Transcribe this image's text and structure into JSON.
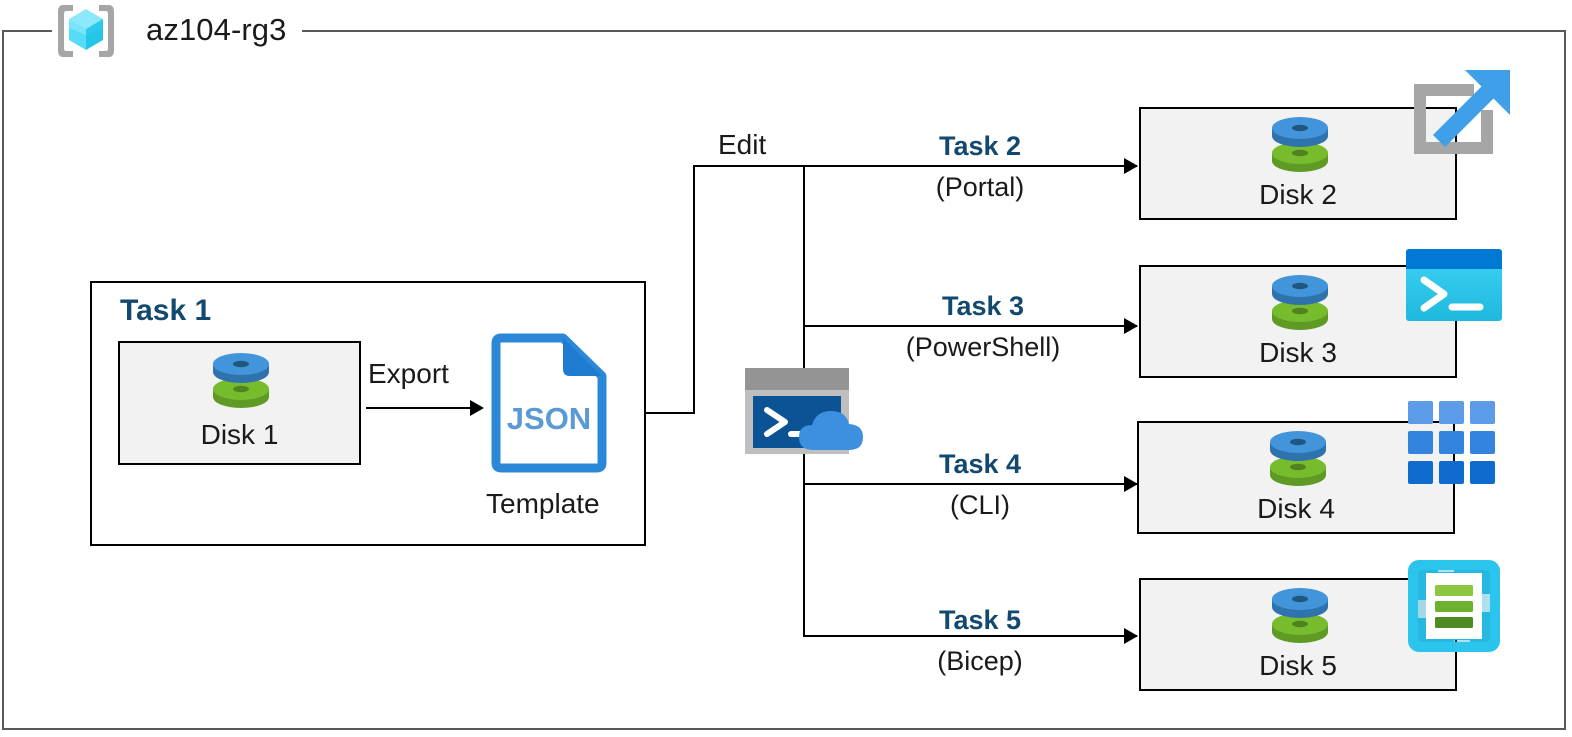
{
  "diagram": {
    "title": "az104-rg3",
    "resource_group_icon": "azure-resource-group-icon"
  },
  "task1": {
    "label": "Task 1",
    "disk": {
      "caption": "Disk 1",
      "icon": "managed-disk-icon"
    },
    "export_label": "Export",
    "template": {
      "file_type": "JSON",
      "caption": "Template",
      "icon": "json-file-icon"
    }
  },
  "edit": {
    "label": "Edit",
    "cloudshell_icon": "cloud-shell-icon"
  },
  "branches": [
    {
      "task": "Task 2",
      "method": "(Portal)",
      "disk": "Disk 2",
      "tool_icon": "azure-portal-icon",
      "disk_icon": "managed-disk-icon"
    },
    {
      "task": "Task 3",
      "method": "(PowerShell)",
      "disk": "Disk 3",
      "tool_icon": "powershell-icon",
      "disk_icon": "managed-disk-icon"
    },
    {
      "task": "Task 4",
      "method": "(CLI)",
      "disk": "Disk 4",
      "tool_icon": "azure-cli-icon",
      "disk_icon": "managed-disk-icon"
    },
    {
      "task": "Task 5",
      "method": "(Bicep)",
      "disk": "Disk 5",
      "tool_icon": "bicep-icon",
      "disk_icon": "managed-disk-icon"
    }
  ],
  "colors": {
    "task_label_blue": "#13496F",
    "frame_gray": "#595959",
    "box_fill": "#F2F2F2",
    "disk_blue": "#3C8FD4",
    "disk_green": "#72B22C",
    "json_blue": "#2B88D8",
    "powershell_header": "#0078D4",
    "powershell_body": "#32C5F4",
    "cli_blue": "#2D7FD6",
    "bicep_cyan": "#2BC4EC",
    "bicep_green": "#7CC142",
    "portal_arrow": "#3F9FE8",
    "cloud_blue": "#3D8FE0"
  }
}
